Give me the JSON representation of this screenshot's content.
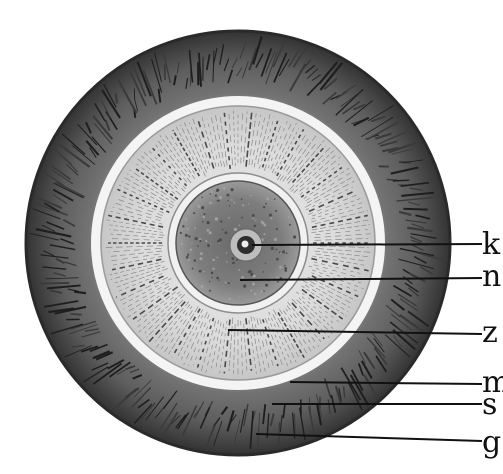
{
  "figure": {
    "labels": [
      {
        "key": "k",
        "text": "k"
      },
      {
        "key": "n",
        "text": "n"
      },
      {
        "key": "z",
        "text": "z"
      },
      {
        "key": "m",
        "text": "m"
      },
      {
        "key": "s",
        "text": "s"
      },
      {
        "key": "g",
        "text": "g"
      }
    ]
  }
}
